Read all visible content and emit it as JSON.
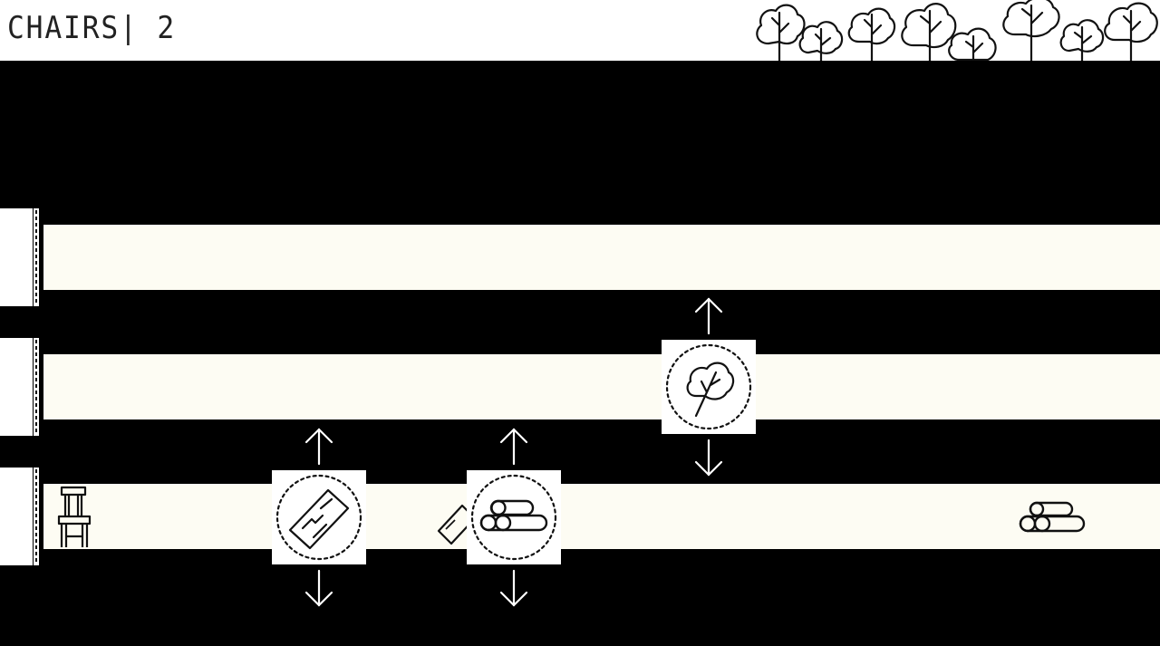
{
  "hud": {
    "score_text": "CHAIRS| 2"
  },
  "icons": {
    "forest": "tree-icon",
    "chair": "chair-icon",
    "plank": "plank-icon",
    "logs": "log-pile-icon",
    "tree": "tree-icon",
    "arrow_up": "arrow-up-icon",
    "arrow_down": "arrow-down-icon"
  },
  "colors": {
    "background": "#000000",
    "lane": "#fdfcf3",
    "header": "#ffffff",
    "ink": "#222222"
  },
  "conveyors": [
    {
      "name": "top"
    },
    {
      "name": "middle"
    },
    {
      "name": "bottom"
    }
  ],
  "machines": [
    {
      "name": "sawmill",
      "icon": "plank-icon",
      "lane": "bottom"
    },
    {
      "name": "log-roller",
      "icon": "log-pile-icon",
      "lane": "bottom"
    },
    {
      "name": "tree-planter",
      "icon": "tree-icon",
      "lane": "middle"
    }
  ]
}
